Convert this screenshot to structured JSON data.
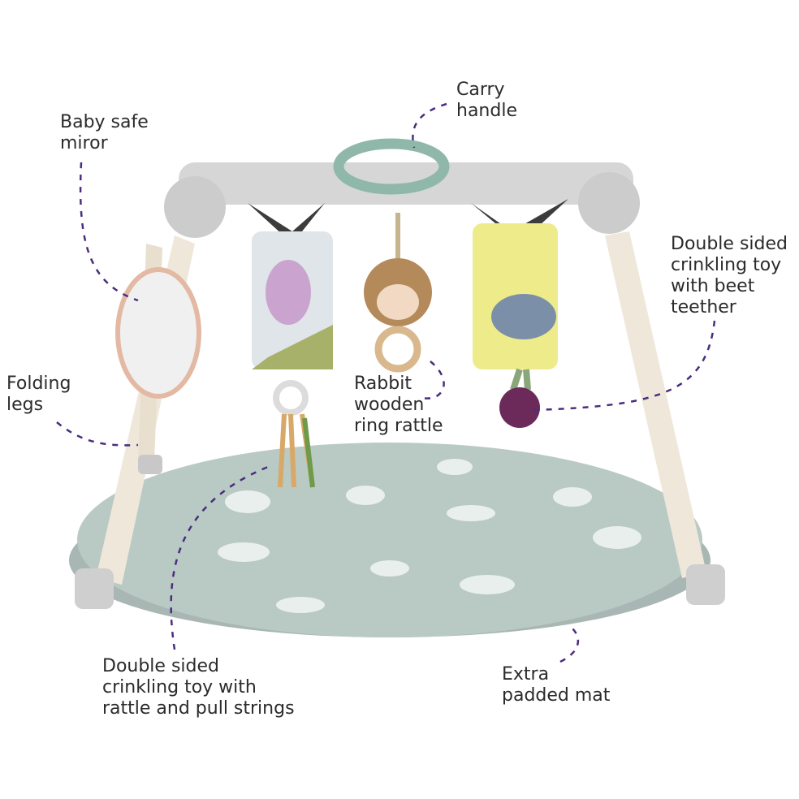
{
  "labels": {
    "carry_handle": [
      "Carry",
      "handle"
    ],
    "mirror": [
      "Baby safe",
      "miror"
    ],
    "beet_toy": [
      "Double sided",
      "crinkling toy",
      "with beet",
      "teether"
    ],
    "folding_legs": [
      "Folding",
      "legs"
    ],
    "rabbit": [
      "Rabbit",
      "wooden",
      "ring rattle"
    ],
    "rattle_toy": [
      "Double sided",
      "crinkling toy with",
      "rattle and pull strings"
    ],
    "mat": [
      "Extra",
      "padded mat"
    ]
  },
  "colors": {
    "text": "#2b2b2b",
    "leader_line": "#4b2d7f",
    "mat": "#b9c9c4",
    "frame": "#d6d6d6",
    "legs": "#efe7da",
    "handle": "#8fb8ab"
  }
}
